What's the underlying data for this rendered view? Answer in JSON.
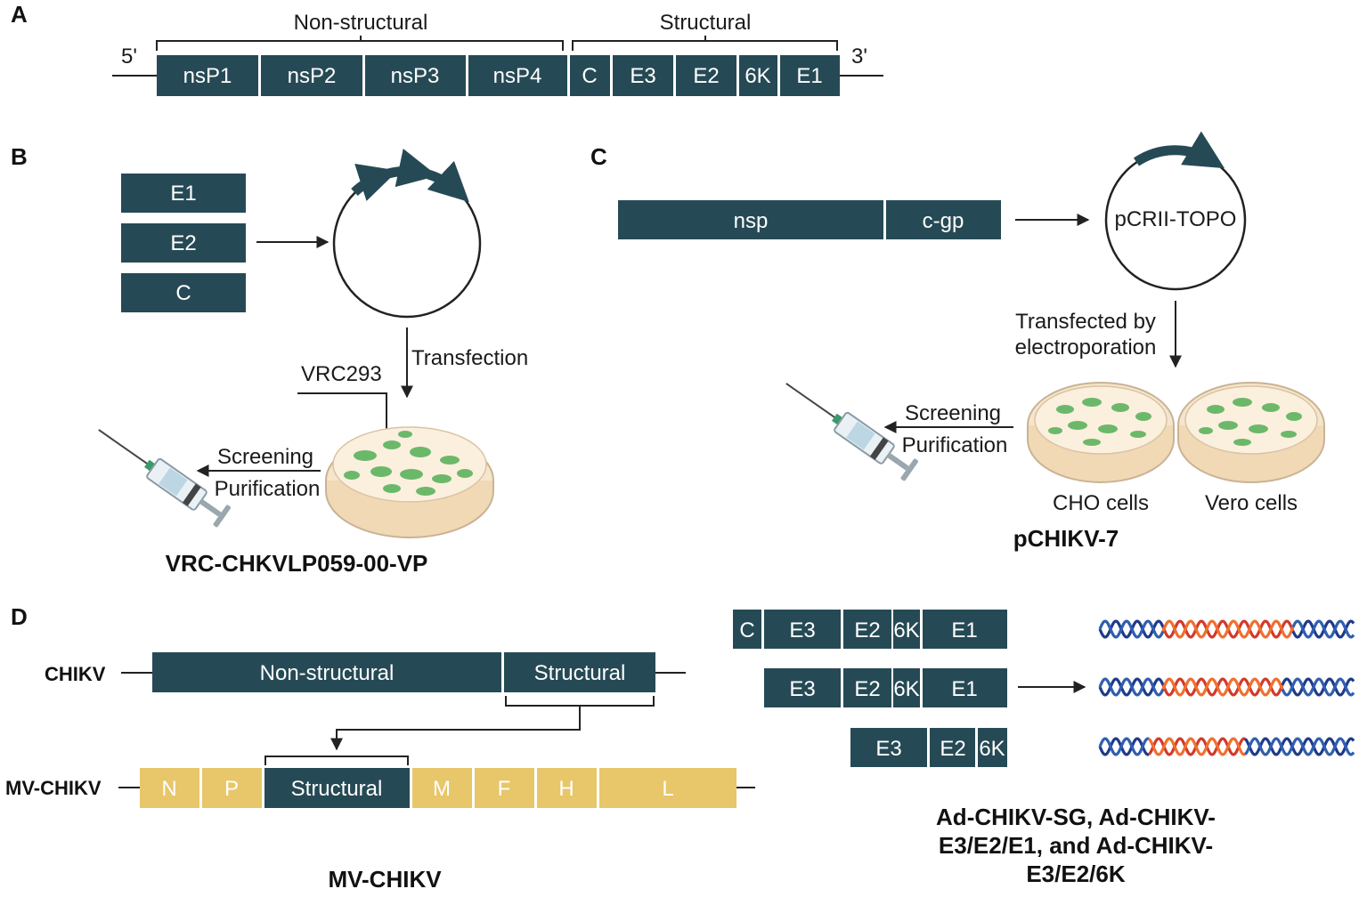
{
  "colors": {
    "gene_box": "#264a55",
    "mv_box": "#e8c66a",
    "cell_green": "#6cb86a",
    "dish_fill": "#f6e5cc",
    "plasmid_arrow": "#264a55",
    "dna_blue": "#1f3a8a",
    "dna_orange": "#f07030",
    "dna_red": "#d23a2a"
  },
  "icons": [
    "plasmid-icon",
    "petri-dish-icon",
    "syringe-icon",
    "dna-helix-icon",
    "arrow-icon"
  ],
  "panel_a": {
    "letter": "A",
    "end5": "5'",
    "end3": "3'",
    "nonstructural_label": "Non-structural",
    "structural_label": "Structural",
    "genes": [
      "nsP1",
      "nsP2",
      "nsP3",
      "nsP4",
      "C",
      "E3",
      "E2",
      "6K",
      "E1"
    ]
  },
  "panel_b": {
    "letter": "B",
    "genes": [
      "E1",
      "E2",
      "C"
    ],
    "transfection_label": "Transfection",
    "cell_line_label": "VRC293",
    "screening_label": "Screening",
    "purification_label": "Purification",
    "vaccine_name": "VRC-CHKVLP059-00-VP"
  },
  "panel_c": {
    "letter": "C",
    "nsp_label": "nsp",
    "cgp_label": "c-gp",
    "plasmid_label": "pCRII-TOPO",
    "transfection_line1": "Transfected by",
    "transfection_line2": "electroporation",
    "screening_label": "Screening",
    "purification_label": "Purification",
    "cho_label": "CHO cells",
    "vero_label": "Vero cells",
    "vaccine_name": "pCHIKV-7"
  },
  "panel_d": {
    "letter": "D",
    "chikv_label": "CHIKV",
    "chikv_nonstructural": "Non-structural",
    "chikv_structural": "Structural",
    "mv_label": "MV-CHIKV",
    "mv_genes": [
      "N",
      "P",
      "Structural",
      "M",
      "F",
      "H",
      "L"
    ],
    "mv_title": "MV-CHIKV",
    "ad_row1": [
      "C",
      "E3",
      "E2",
      "6K",
      "E1"
    ],
    "ad_row2": [
      "E3",
      "E2",
      "6K",
      "E1"
    ],
    "ad_row3": [
      "E3",
      "E2",
      "6K"
    ],
    "ad_title_lines": [
      "Ad-CHIKV-SG, Ad-CHIKV-",
      "E3/E2/E1, and Ad-CHIKV-",
      "E3/E2/6K"
    ]
  }
}
